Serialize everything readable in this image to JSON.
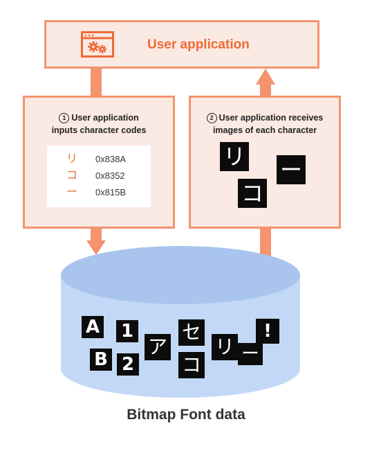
{
  "colors": {
    "accent": "#ee6a36",
    "box_fill": "#fbe9e3",
    "box_border": "#f4936e",
    "arrow": "#f4936e",
    "cylinder_top": "#a9c5ee",
    "cylinder_body": "#c3d8f6",
    "glyph_bg": "#0c0c0c"
  },
  "app": {
    "icon": "app-settings-window-icon",
    "title": "User application"
  },
  "step1": {
    "number": "1",
    "line1": "User application",
    "line2": "inputs character codes",
    "codes": [
      {
        "char": "リ",
        "hex": "0x838A"
      },
      {
        "char": "コ",
        "hex": "0x8352"
      },
      {
        "char": "ー",
        "hex": "0x815B"
      }
    ]
  },
  "step2": {
    "number": "2",
    "line1": "User application receives",
    "line2": "images of each character",
    "glyphs": [
      "リ",
      "ー",
      "コ"
    ]
  },
  "database": {
    "glyphs": [
      "A",
      "1",
      "B",
      "2",
      "ア",
      "セ",
      "コ",
      "リ",
      "ー",
      "!"
    ],
    "caption": "Bitmap Font data"
  }
}
